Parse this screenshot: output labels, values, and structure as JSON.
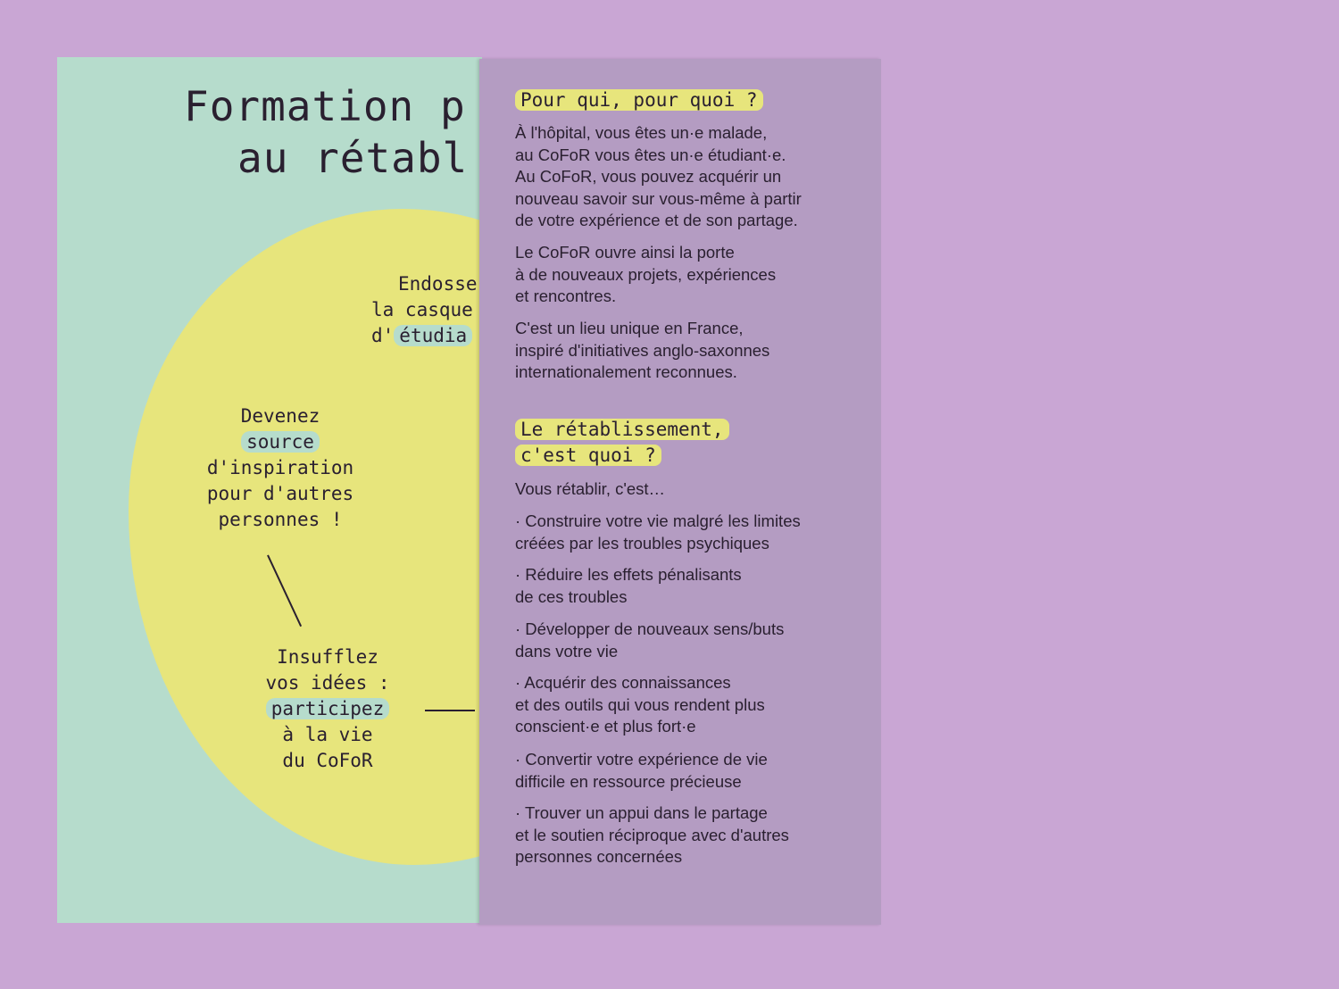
{
  "colors": {
    "background": "#c9a6d4",
    "left_panel": "#b6dccc",
    "blob": "#e7e57c",
    "right_panel": "#b49cc2",
    "highlight": "#e7e57c",
    "text": "#2a2030"
  },
  "left": {
    "title_line1": "Formation p",
    "title_line2": "au rétabl",
    "endosser": [
      "Endosse",
      "la casque",
      "d'étudia"
    ],
    "devenez": [
      "Devenez",
      "source",
      "d'inspiration",
      "pour d'autres",
      "personnes !"
    ],
    "insufflez": [
      "Insufflez",
      "vos idées :",
      "participez",
      "à la vie",
      "du CoFoR"
    ]
  },
  "right": {
    "section1": {
      "heading": "Pour qui, pour quoi ?",
      "paragraphs": [
        "À l'hôpital, vous êtes un·e malade,\nau CoFoR vous êtes un·e étudiant·e.\nAu CoFoR, vous pouvez acquérir un\nnouveau savoir sur vous-même à partir\nde votre expérience et de son partage.",
        "Le CoFoR ouvre ainsi la porte\nà de nouveaux projets, expériences\net rencontres.",
        "C'est un lieu unique en France,\ninspiré d'initiatives anglo-saxonnes\ninternationalement reconnues."
      ]
    },
    "section2": {
      "heading_line1": "Le rétablissement,",
      "heading_line2": "c'est quoi ?",
      "intro": "Vous rétablir, c'est…",
      "items": [
        "· Construire votre vie malgré les limites\ncréées par les troubles psychiques",
        "· Réduire les effets pénalisants\nde ces troubles",
        "· Développer de nouveaux sens/buts\ndans votre vie",
        "· Acquérir des connaissances\net des outils qui vous rendent plus\nconscient·e et plus fort·e",
        "· Convertir votre expérience de vie\ndifficile en ressource précieuse",
        "· Trouver un appui dans le partage\net le soutien réciproque avec d'autres\npersonnes concernées"
      ]
    }
  }
}
